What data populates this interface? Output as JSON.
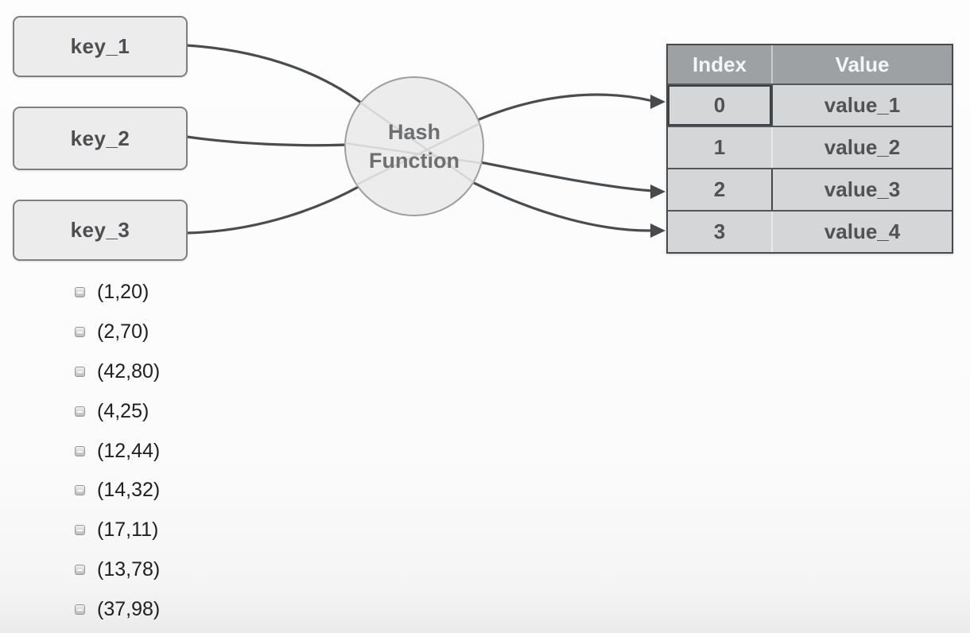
{
  "diagram": {
    "keys": [
      {
        "label": "key_1"
      },
      {
        "label": "key_2"
      },
      {
        "label": "key_3"
      }
    ],
    "hash_node": {
      "line1": "Hash",
      "line2": "Function"
    },
    "table": {
      "headers": [
        "Index",
        "Value"
      ],
      "rows": [
        {
          "index": "0",
          "value": "value_1"
        },
        {
          "index": "1",
          "value": "value_2"
        },
        {
          "index": "2",
          "value": "value_3"
        },
        {
          "index": "3",
          "value": "value_4"
        }
      ],
      "arrow_target_rows": [
        0,
        2,
        3
      ],
      "highlighted_row": 0
    },
    "colors": {
      "node_fill": "#ececec",
      "node_border": "#7d7f81",
      "wire": "#4a4d50",
      "wire_faint": "#d6d6d6",
      "table_header_bg": "#9da1a4",
      "table_row_bg": "#d4d6d7",
      "table_border": "#474a4d",
      "text_dark": "#4c4e51"
    }
  },
  "pairs_list": {
    "bullet_icon": "minus-box-icon",
    "items": [
      {
        "text": "(1,20)"
      },
      {
        "text": "(2,70)"
      },
      {
        "text": "(42,80)"
      },
      {
        "text": "(4,25)"
      },
      {
        "text": "(12,44)"
      },
      {
        "text": "(14,32)"
      },
      {
        "text": "(17,11)"
      },
      {
        "text": "(13,78)"
      },
      {
        "text": "(37,98)"
      }
    ]
  }
}
